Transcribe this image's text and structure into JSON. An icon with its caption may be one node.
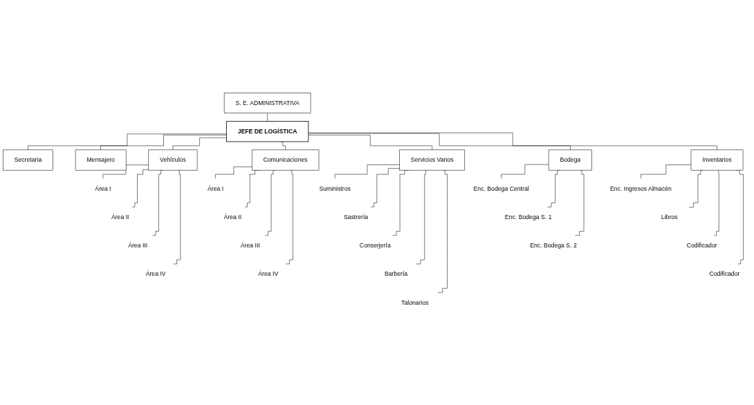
{
  "diagram": {
    "nodes": [
      {
        "text": [
          "S. E. ADMINISTRATIVA"
        ]
      },
      {
        "text": [
          "JEFE DE LOGÍSTICA"
        ]
      },
      {
        "text": [
          "Secretaria"
        ]
      },
      {
        "text": [
          "Mensajero"
        ]
      },
      {
        "text": [
          "Vehículos"
        ]
      },
      {
        "text": [
          "Comunicaciones"
        ]
      },
      {
        "text": [
          "Servicios Varios"
        ]
      },
      {
        "text": [
          "Bodega"
        ]
      },
      {
        "text": [
          "Inventarios"
        ]
      },
      {
        "text": [
          "Área I"
        ]
      },
      {
        "text": [
          "Área II"
        ]
      },
      {
        "text": [
          "Área III"
        ]
      },
      {
        "text": [
          "Área IV"
        ]
      },
      {
        "text": [
          "Área I"
        ]
      },
      {
        "text": [
          "Área II"
        ]
      },
      {
        "text": [
          "Área III"
        ]
      },
      {
        "text": [
          "Área IV"
        ]
      },
      {
        "text": [
          "Suministros"
        ]
      },
      {
        "text": [
          "Sastrería"
        ]
      },
      {
        "text": [
          "Conserjería"
        ]
      },
      {
        "text": [
          "Barbería"
        ]
      },
      {
        "text": [
          "Talonarios"
        ]
      },
      {
        "text": [
          "Enc. Bodega Central"
        ]
      },
      {
        "text": [
          "Enc. Bodega S. 1"
        ]
      },
      {
        "text": [
          "Enc. Bodega S. 2"
        ]
      },
      {
        "text": [
          "Enc. Ingresos Almacén"
        ]
      },
      {
        "text": [
          "Libros"
        ]
      },
      {
        "text": [
          "Codificador"
        ]
      },
      {
        "text": [
          "Codificador"
        ]
      }
    ],
    "edges": [
      {
        "from": 0,
        "to": 1,
        "arrow": "none"
      },
      {
        "from": 1,
        "to": 2,
        "arrow": "none"
      },
      {
        "from": 1,
        "to": 3,
        "arrow": "none"
      },
      {
        "from": 1,
        "to": 4,
        "arrow": "none"
      },
      {
        "from": 1,
        "to": 5,
        "arrow": "none"
      },
      {
        "from": 1,
        "to": 6,
        "arrow": "none"
      },
      {
        "from": 1,
        "to": 7,
        "arrow": "none"
      },
      {
        "from": 1,
        "to": 8,
        "arrow": "none"
      },
      {
        "from": 4,
        "to": 9,
        "arrow": "none"
      },
      {
        "from": 4,
        "to": 10,
        "arrow": "none"
      },
      {
        "from": 4,
        "to": 11,
        "arrow": "none"
      },
      {
        "from": 4,
        "to": 12,
        "arrow": "none"
      },
      {
        "from": 5,
        "to": 13,
        "arrow": "none"
      },
      {
        "from": 5,
        "to": 14,
        "arrow": "none"
      },
      {
        "from": 5,
        "to": 15,
        "arrow": "none"
      },
      {
        "from": 5,
        "to": 16,
        "arrow": "none"
      },
      {
        "from": 6,
        "to": 17,
        "arrow": "none"
      },
      {
        "from": 6,
        "to": 18,
        "arrow": "none"
      },
      {
        "from": 6,
        "to": 19,
        "arrow": "none"
      },
      {
        "from": 6,
        "to": 20,
        "arrow": "none"
      },
      {
        "from": 6,
        "to": 21,
        "arrow": "none"
      },
      {
        "from": 7,
        "to": 22,
        "arrow": "none"
      },
      {
        "from": 7,
        "to": 23,
        "arrow": "none"
      },
      {
        "from": 7,
        "to": 24,
        "arrow": "none"
      },
      {
        "from": 8,
        "to": 25,
        "arrow": "none"
      },
      {
        "from": 8,
        "to": 26,
        "arrow": "none"
      },
      {
        "from": 8,
        "to": 27,
        "arrow": "none"
      },
      {
        "from": 8,
        "to": 28,
        "arrow": "none"
      }
    ]
  }
}
